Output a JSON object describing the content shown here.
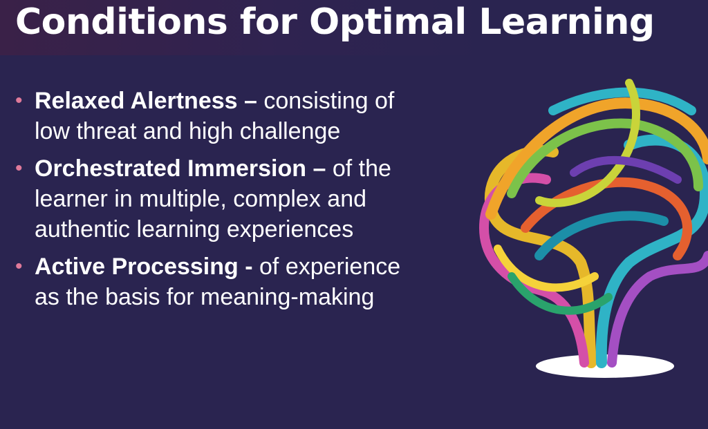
{
  "title": "Conditions for Optimal Learning",
  "bullets": [
    {
      "term": "Relaxed Alertness",
      "sep": " – ",
      "text": "consisting of low threat and high challenge"
    },
    {
      "term": "Orchestrated Immersion",
      "sep": " – ",
      "text": "of the learner in multiple, complex and authentic learning experiences"
    },
    {
      "term": "Active Processing",
      "sep": " - ",
      "text": "of experience as the basis for meaning-making"
    }
  ],
  "colors": {
    "background": "#2a2450",
    "bullet_dot": "#e07a9a",
    "text": "#ffffff"
  },
  "illustration": "brain-tree-icon"
}
